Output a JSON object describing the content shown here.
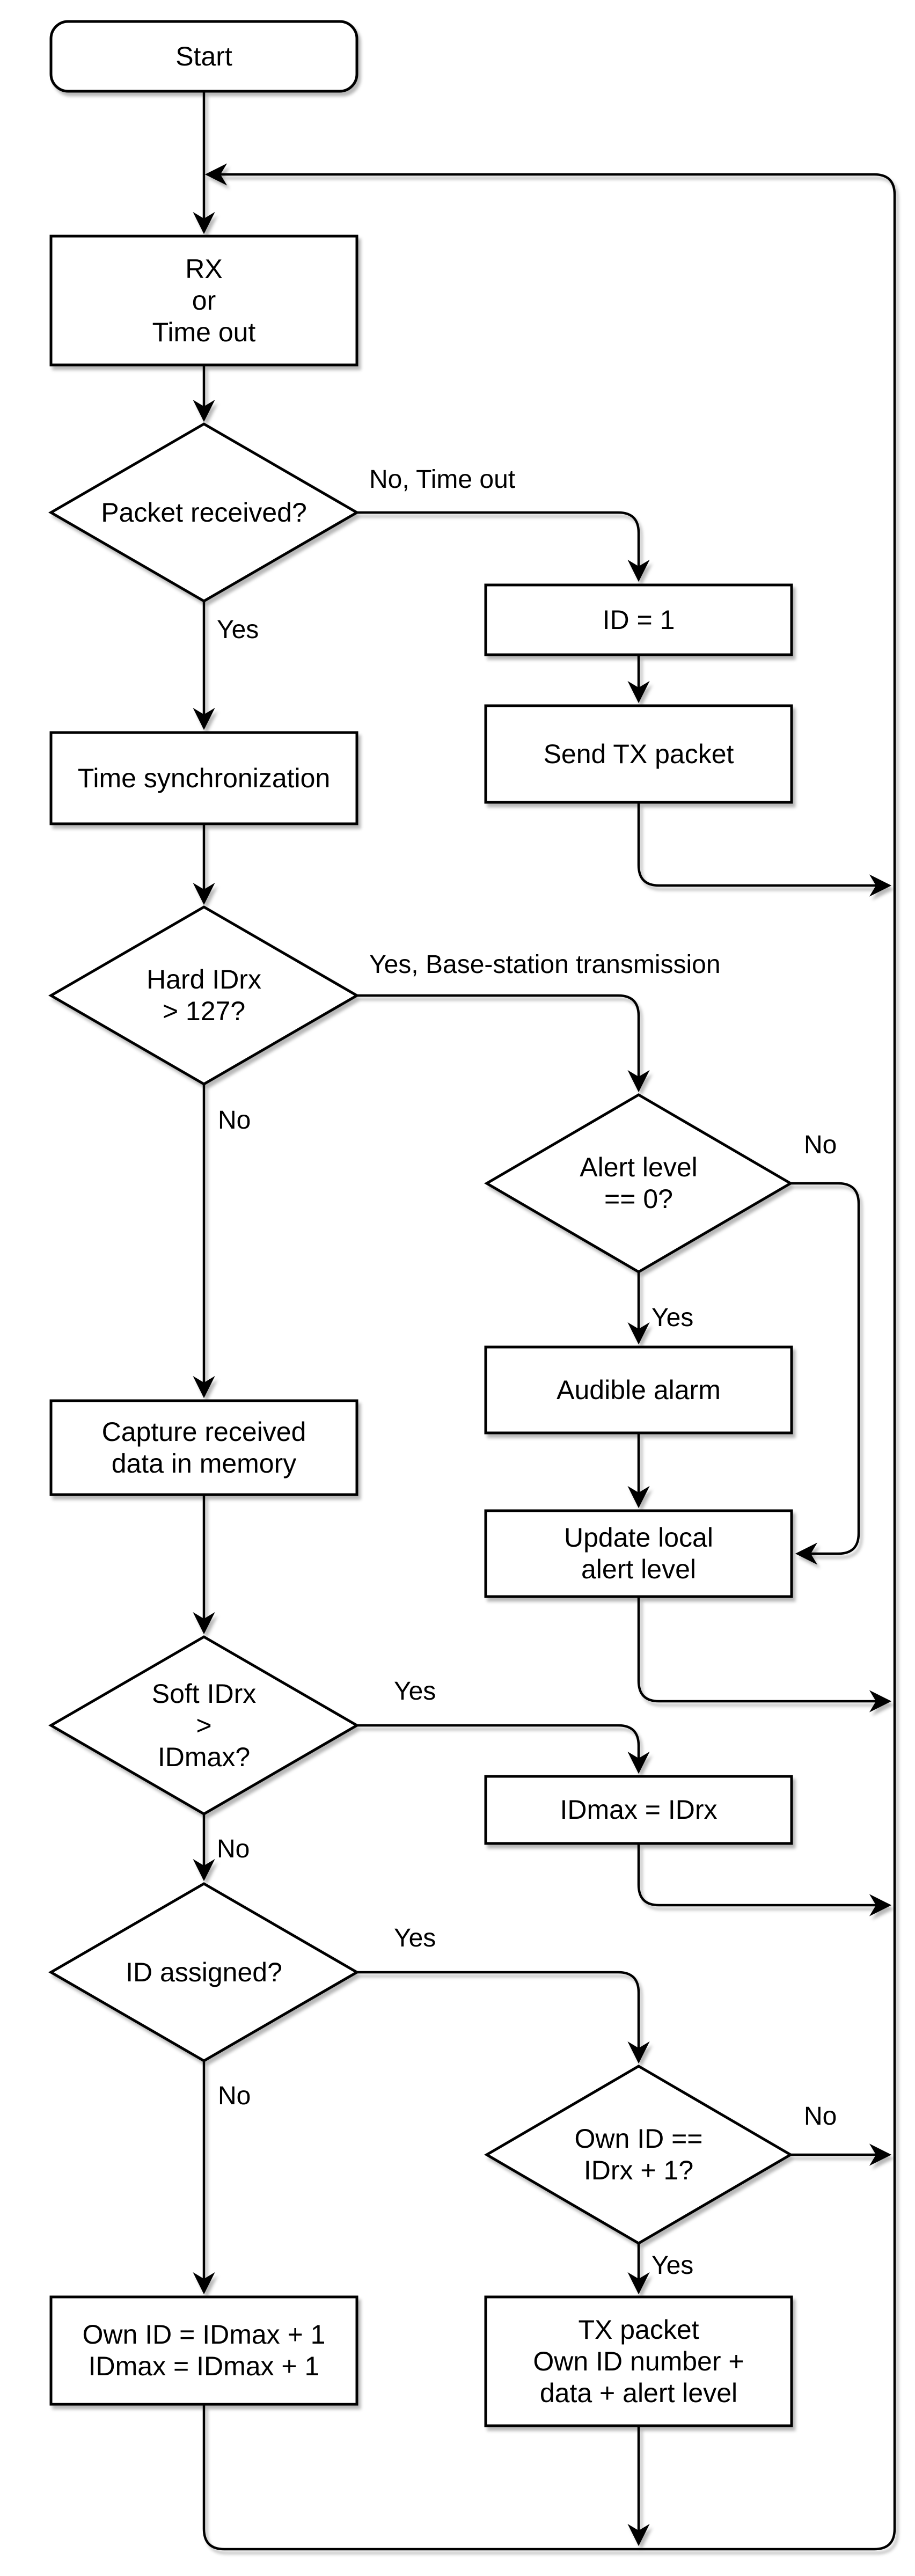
{
  "diagram": {
    "type": "flowchart",
    "colors": {
      "stroke": "#000000",
      "node_fill": "#ffffff",
      "background": "#ffffff"
    },
    "nodes": {
      "start": {
        "type": "terminator",
        "label": "Start"
      },
      "rx_or_timeout": {
        "type": "process",
        "label": "RX\nor\nTime out"
      },
      "packet_received": {
        "type": "decision",
        "label": "Packet received?"
      },
      "id_equals_1": {
        "type": "process",
        "label": "ID = 1"
      },
      "send_tx_packet": {
        "type": "process",
        "label": "Send TX packet"
      },
      "time_sync": {
        "type": "process",
        "label": "Time synchronization"
      },
      "hard_idrx": {
        "type": "decision",
        "label": "Hard IDrx\n> 127?"
      },
      "alert_level": {
        "type": "decision",
        "label": "Alert level\n== 0?"
      },
      "audible_alarm": {
        "type": "process",
        "label": "Audible alarm"
      },
      "update_alert": {
        "type": "process",
        "label": "Update local\nalert level"
      },
      "capture_data": {
        "type": "process",
        "label": "Capture received\ndata in memory"
      },
      "soft_idrx": {
        "type": "decision",
        "label": "Soft IDrx\n>\nIDmax?"
      },
      "idmax_assign": {
        "type": "process",
        "label": "IDmax = IDrx"
      },
      "id_assigned": {
        "type": "decision",
        "label": "ID assigned?"
      },
      "own_id_check": {
        "type": "decision",
        "label": "Own ID ==\nIDrx + 1?"
      },
      "tx_packet": {
        "type": "process",
        "label": "TX packet\nOwn ID number +\ndata + alert level"
      },
      "assign_own_id": {
        "type": "process",
        "label": "Own ID = IDmax + 1\nIDmax = IDmax + 1"
      }
    },
    "edge_labels": {
      "no_timeout": "No, Time out",
      "packet_yes": "Yes",
      "base_station": "Yes, Base-station transmission",
      "hard_no": "No",
      "alert_no": "No",
      "alert_yes": "Yes",
      "soft_yes": "Yes",
      "soft_no": "No",
      "assigned_yes": "Yes",
      "assigned_no": "No",
      "own_no": "No",
      "own_yes": "Yes"
    }
  }
}
